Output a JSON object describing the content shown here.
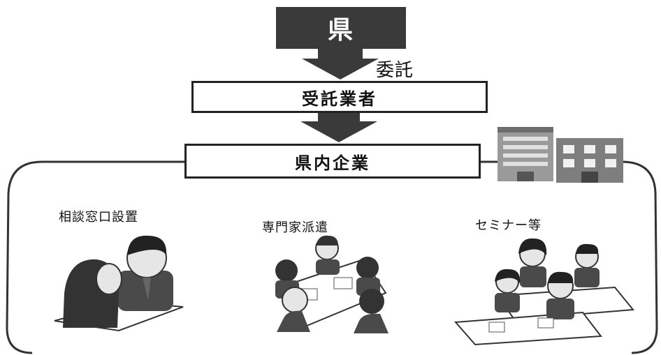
{
  "diagram": {
    "prefecture": "県",
    "entrust_label": "委託",
    "contractor": "受託業者",
    "companies": "県内企業",
    "services": [
      {
        "label": "相談窓口設置"
      },
      {
        "label": "専門家派遣"
      },
      {
        "label": "セミナー等"
      }
    ]
  },
  "colors": {
    "dark_box": "#3a3a3a",
    "arrow": "#3a3a3a",
    "border": "#222222"
  },
  "icons": [
    "office-buildings-icon",
    "consultation-illustration",
    "expert-meeting-illustration",
    "seminar-illustration"
  ]
}
